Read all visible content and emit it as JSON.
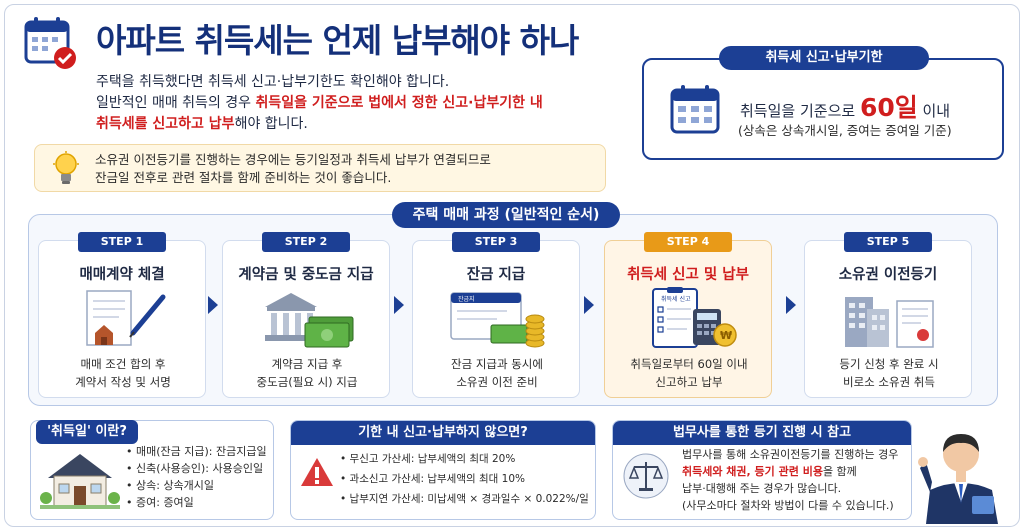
{
  "header": {
    "title": "아파트 취득세는 언제 납부해야 하나",
    "intro_line1": "주택을 취득했다면 취득세 신고·납부기한도 확인해야 합니다.",
    "intro_line2_a": "일반적인 매매 취득의 경우 ",
    "intro_line2_hl": "취득일을 기준으로 법에서 정한 신고·납부기한 내",
    "intro_line3_hl": "취득세를 신고하고 납부",
    "intro_line3_b": "해야 합니다."
  },
  "tip": {
    "line1": "소유권 이전등기를 진행하는 경우에는 등기일정과 취득세 납부가 연결되므로",
    "line2": "잔금일 전후로 관련 절차를 함께 준비하는 것이 좋습니다."
  },
  "deadline": {
    "label": "취득세 신고·납부기한",
    "main_a": "취득일을 기준으로 ",
    "main_num": "60일",
    "main_b": " 이내",
    "sub": "(상속은 상속개시일, 증여는 증여일 기준)"
  },
  "process": {
    "title": "주택 매매 과정 (일반적인 순서)",
    "steps": [
      {
        "badge": "STEP 1",
        "title": "매매계약 체결",
        "desc1": "매매 조건 합의 후",
        "desc2": "계약서 작성 및 서명"
      },
      {
        "badge": "STEP 2",
        "title": "계약금 및 중도금 지급",
        "desc1": "계약금 지급 후",
        "desc2": "중도금(필요 시) 지급"
      },
      {
        "badge": "STEP 3",
        "title": "잔금 지급",
        "desc1": "잔금 지급과 동시에",
        "desc2": "소유권 이전 준비",
        "ill_label": "잔금지"
      },
      {
        "badge": "STEP 4",
        "title": "취득세 신고 및 납부",
        "desc1": "취득일로부터 60일 이내",
        "desc2": "신고하고 납부",
        "ill_label": "취득세 신고"
      },
      {
        "badge": "STEP 5",
        "title": "소유권 이전등기",
        "desc1": "등기 신청 후 완료 시",
        "desc2": "비로소 소유권 취득"
      }
    ]
  },
  "acquisition_day": {
    "title": "'취득일' 이란?",
    "items": [
      "매매(잔금 지급): 잔금지급일",
      "신축(사용승인): 사용승인일",
      "상속: 상속개시일",
      "증여: 증여일"
    ]
  },
  "penalty": {
    "title": "기한 내 신고·납부하지 않으면?",
    "items": [
      "무신고 가산세: 납부세액의 최대 20%",
      "과소신고 가산세: 납부세액의 최대 10%",
      "납부지연 가산세: 미납세액 × 경과일수 × 0.022%/일"
    ]
  },
  "lawyer": {
    "title": "법무사를 통한 등기 진행 시 참고",
    "line1": "법무사를 통해 소유권이전등기를 진행하는 경우",
    "line2_hl": "취득세와 채권, 등기 관련 비용",
    "line2_b": "을 함께",
    "line3": "납부·대행해 주는 경우가 많습니다.",
    "line4": "(사무소마다 절차와 방법이 다를 수 있습니다.)"
  },
  "colors": {
    "primary": "#1c3f94",
    "accent_red": "#d01e1e",
    "step_active": "#e89a18"
  }
}
